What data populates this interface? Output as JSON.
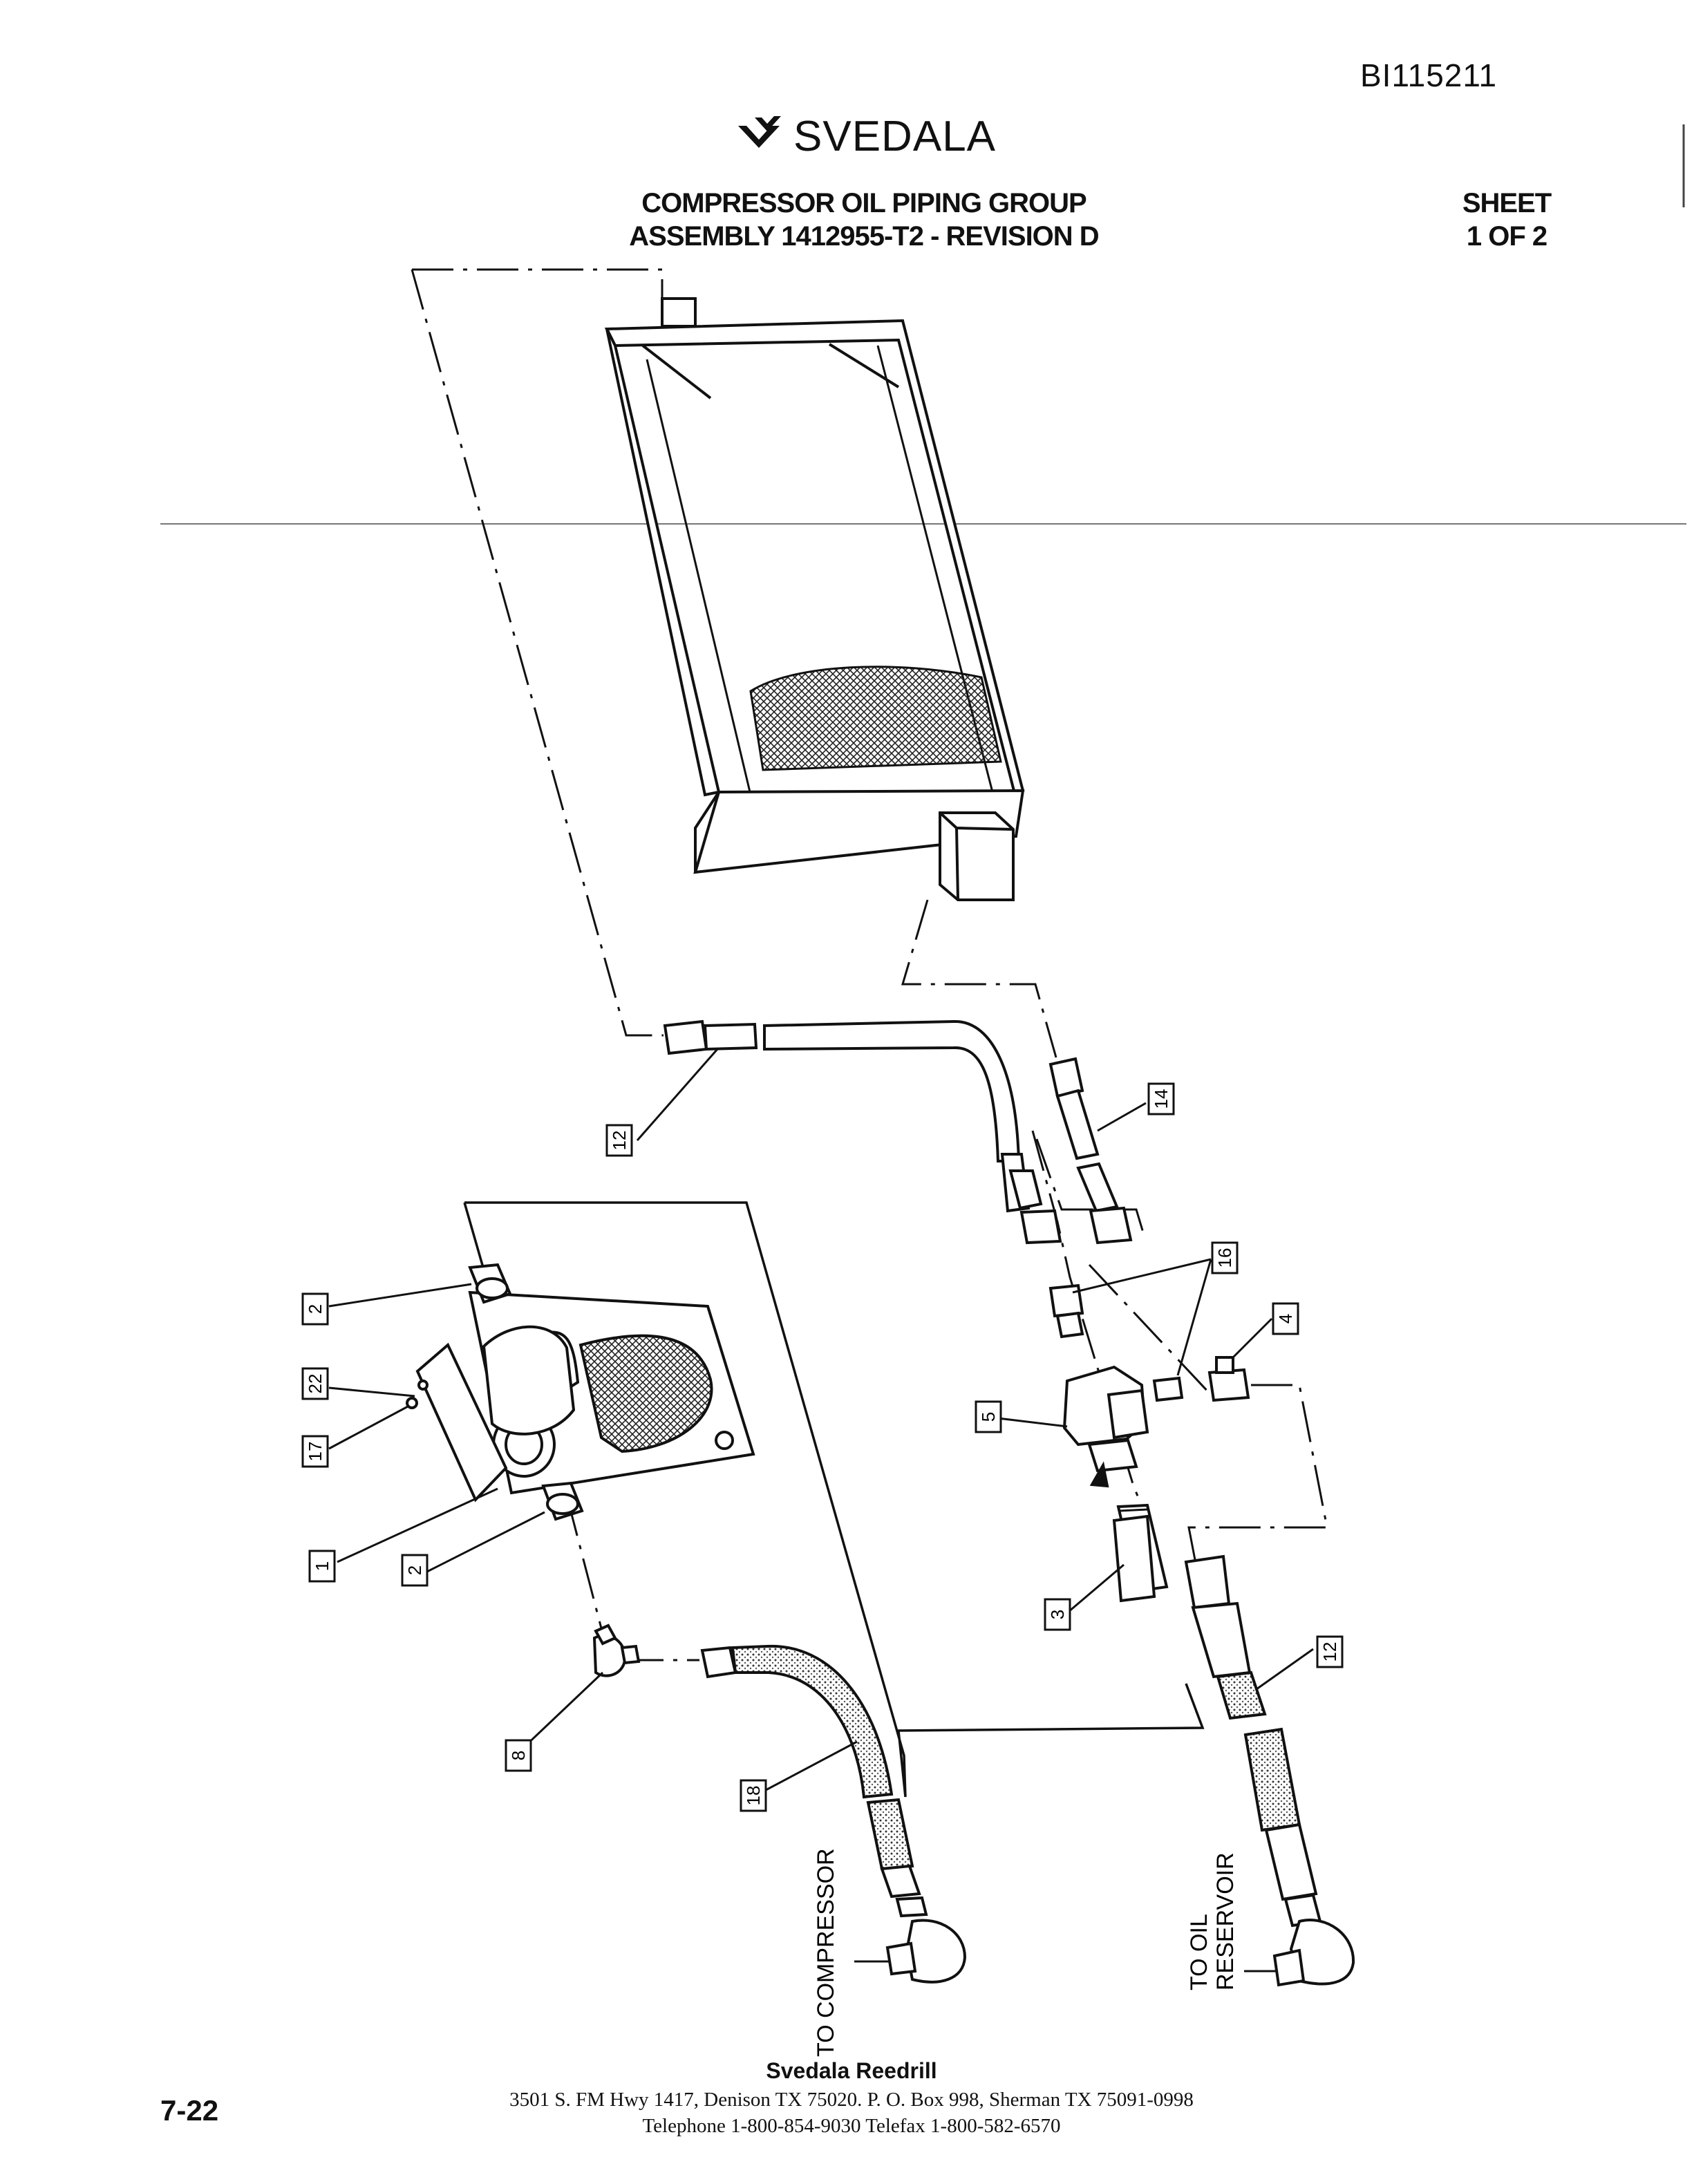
{
  "doc_id": "BI115211",
  "logo": {
    "brand": "SVEDALA",
    "icon": "svedala-chevron-logo-icon"
  },
  "title": {
    "line1": "COMPRESSOR OIL PIPING GROUP",
    "line2": "ASSEMBLY 1412955-T2 - REVISION D"
  },
  "sheet": {
    "line1": "SHEET",
    "line2": "1 OF 2"
  },
  "callouts": {
    "c12_top": "12",
    "c14": "14",
    "c16": "16",
    "c4": "4",
    "c5": "5",
    "c2_top": "2",
    "c22": "22",
    "c17": "17",
    "c1": "1",
    "c2_bottom": "2",
    "c3": "3",
    "c12_bottom": "12",
    "c8": "8",
    "c18": "18"
  },
  "labels": {
    "to_compressor": "TO COMPRESSOR",
    "to_oil_reservoir_1": "TO OIL",
    "to_oil_reservoir_2": "RESERVOIR"
  },
  "footer": {
    "page_number": "7-22",
    "company": "Svedala Reedrill",
    "address_line1": "3501 S. FM Hwy 1417, Denison TX  75020.    P. O. Box 998, Sherman TX  75091-0998",
    "address_line2": "Telephone 1-800-854-9030 Telefax 1-800-582-6570"
  }
}
